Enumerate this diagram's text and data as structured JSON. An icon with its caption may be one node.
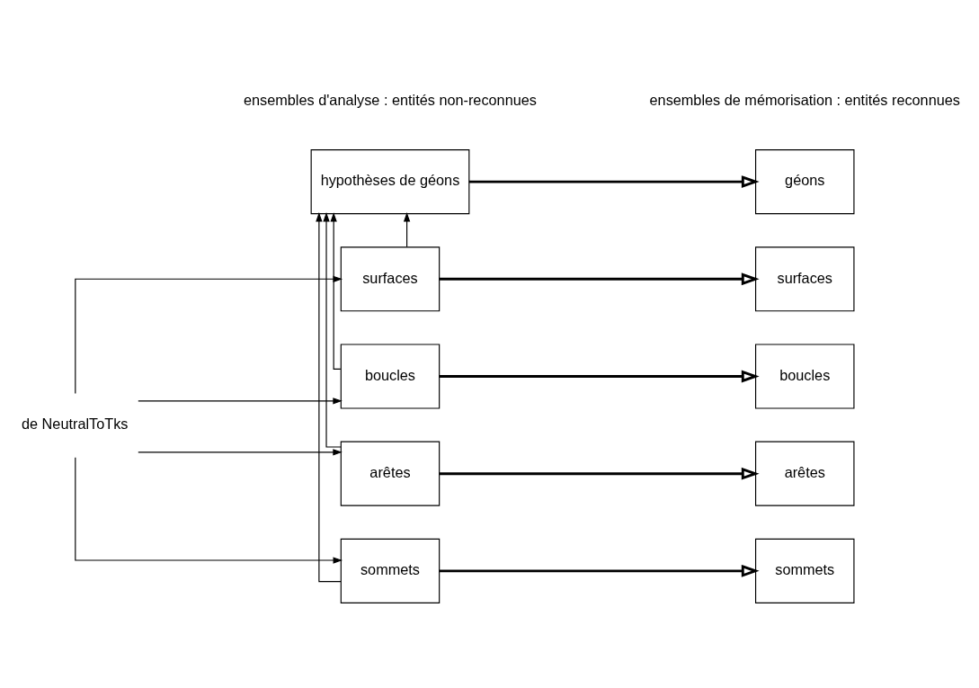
{
  "diagram": {
    "nodes": [
      {
        "text": [
          "de NeutralToTks"
        ]
      },
      {
        "text": [
          "hypothèses de géons"
        ]
      },
      {
        "text": [
          "surfaces"
        ]
      },
      {
        "text": [
          "boucles"
        ]
      },
      {
        "text": [
          "arêtes"
        ]
      },
      {
        "text": [
          "sommets"
        ]
      },
      {
        "text": [
          "géons"
        ]
      },
      {
        "text": [
          "surfaces"
        ]
      },
      {
        "text": [
          "boucles"
        ]
      },
      {
        "text": [
          "arêtes"
        ]
      },
      {
        "text": [
          "sommets"
        ]
      }
    ],
    "edges": [
      {
        "from": 0,
        "to": 2,
        "arrow": "to"
      },
      {
        "from": 0,
        "to": 3,
        "arrow": "to"
      },
      {
        "from": 0,
        "to": 4,
        "arrow": "to"
      },
      {
        "from": 0,
        "to": 5,
        "arrow": "to"
      },
      {
        "from": 2,
        "to": 1,
        "arrow": "to"
      },
      {
        "from": 3,
        "to": 1,
        "arrow": "to"
      },
      {
        "from": 4,
        "to": 1,
        "arrow": "to"
      },
      {
        "from": 5,
        "to": 1,
        "arrow": "to"
      },
      {
        "from": 1,
        "to": 6,
        "arrow": "to",
        "style": "thick"
      },
      {
        "from": 2,
        "to": 7,
        "arrow": "to",
        "style": "thick"
      },
      {
        "from": 3,
        "to": 8,
        "arrow": "to",
        "style": "thick"
      },
      {
        "from": 4,
        "to": 9,
        "arrow": "to",
        "style": "thick"
      },
      {
        "from": 5,
        "to": 10,
        "arrow": "to",
        "style": "thick"
      }
    ],
    "labels": [
      "ensembles d'analyse : entités non-reconnues",
      "ensembles de mémorisation : entités reconnues"
    ]
  }
}
